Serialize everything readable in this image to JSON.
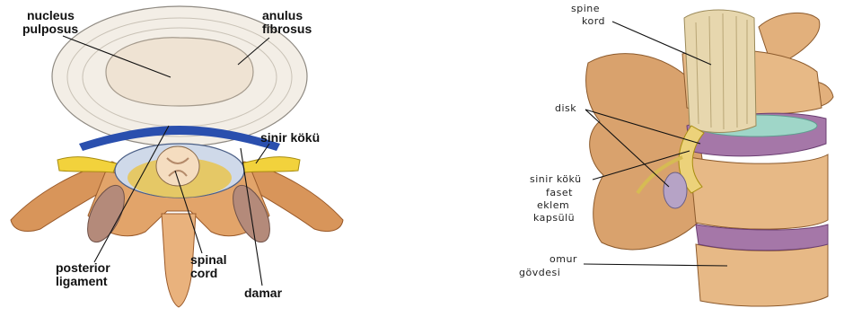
{
  "left_diagram": {
    "labels": {
      "nucleus_1": "nucleus",
      "nucleus_2": "pulposus",
      "anulus_1": "anulus",
      "anulus_2": "fibrosus",
      "nerve_root": "sinir kökü",
      "posterior_1": "posterior",
      "posterior_2": "ligament",
      "spinal_1": "spinal",
      "spinal_2": "cord",
      "vessel": "damar"
    }
  },
  "right_diagram": {
    "labels": {
      "spinal_1": "spine",
      "spinal_2": "kord",
      "disc": "disk",
      "nerve_root": "sinir kökü",
      "facet_1": "faset",
      "facet_2": "eklem",
      "facet_3": "kapsülü",
      "body_1": "omur",
      "body_2": "gövdesi"
    }
  },
  "colors": {
    "disc_white": "#f3eee6",
    "nucleus": "#efe3d3",
    "bone": "#d8955a",
    "bone_light": "#e9b27d",
    "nerve_yellow": "#f2d23c",
    "vessel_blue": "#2a4fae",
    "disc_purple": "#a577a8",
    "disc_teal": "#9fd6c8",
    "cord": "#e7d7ae"
  }
}
